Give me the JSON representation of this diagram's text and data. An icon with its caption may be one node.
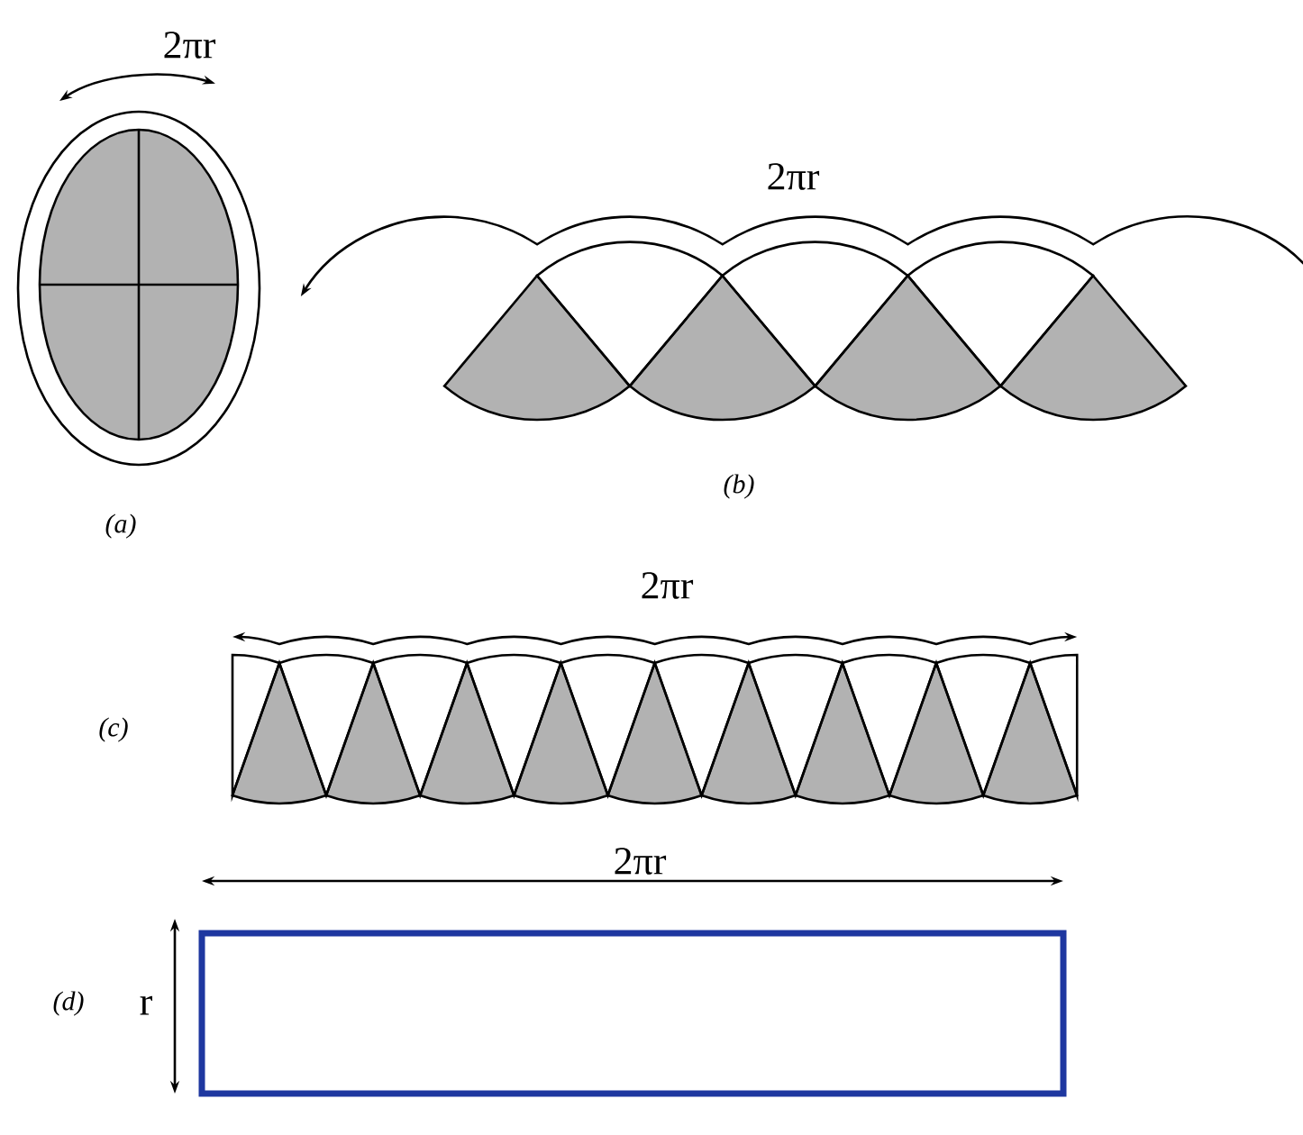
{
  "diagram": {
    "nodes": [
      {
        "text": [],
        "shape": "box"
      }
    ],
    "labels": [
      "2πr",
      "2πr",
      "(b)",
      "(a)",
      "2πr",
      "(c)",
      "2πr",
      "(d)",
      "r"
    ]
  }
}
